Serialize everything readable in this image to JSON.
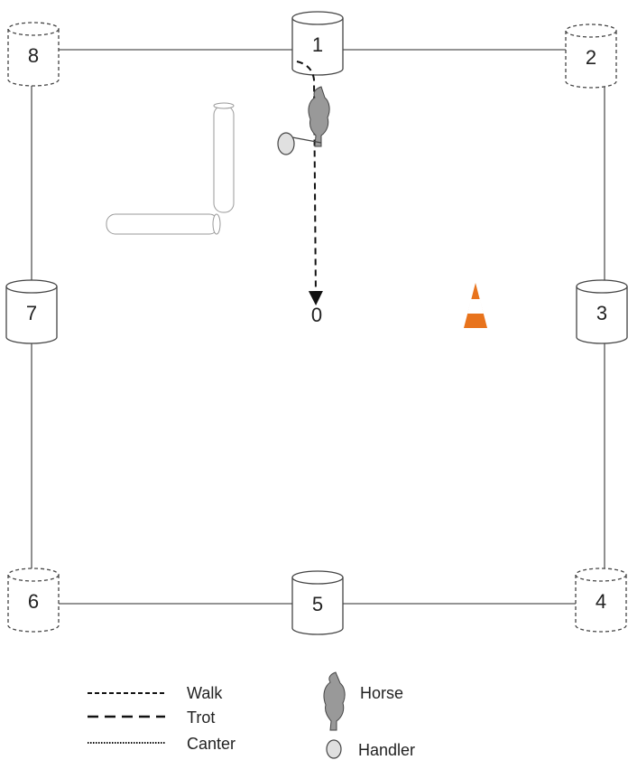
{
  "arena": {
    "markers": [
      {
        "label": "1",
        "style": "solid"
      },
      {
        "label": "2",
        "style": "dashed"
      },
      {
        "label": "3",
        "style": "solid"
      },
      {
        "label": "4",
        "style": "dashed"
      },
      {
        "label": "5",
        "style": "solid"
      },
      {
        "label": "6",
        "style": "dashed"
      },
      {
        "label": "7",
        "style": "solid"
      },
      {
        "label": "8",
        "style": "dashed"
      }
    ],
    "center_label": "0",
    "cone_colors": {
      "orange": "#e8731c",
      "white": "#ffffff"
    },
    "line_color": "#555555"
  },
  "legend": {
    "walk": "Walk",
    "trot": "Trot",
    "canter": "Canter",
    "horse": "Horse",
    "handler": "Handler"
  }
}
